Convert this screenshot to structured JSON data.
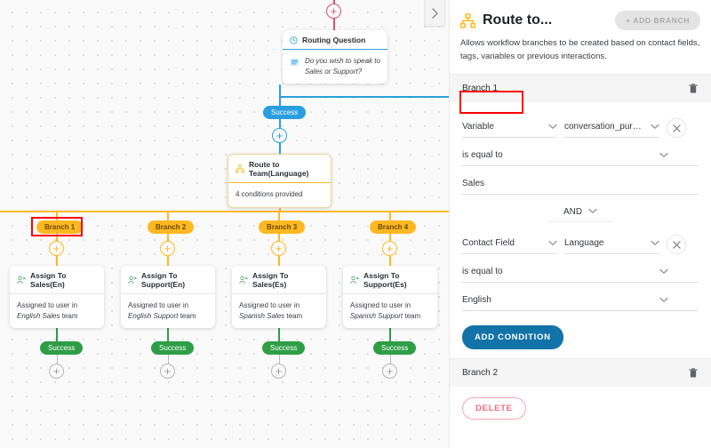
{
  "canvas": {
    "collapse_icon": "chevron-right-icon",
    "top_plus": "add-step-plus-icon",
    "nodes": {
      "routing_question": {
        "icon": "clock-icon",
        "title": "Routing Question",
        "body_icon": "message-lines-icon",
        "body": "Do you wish to speak to Sales or Support?"
      },
      "route_to_team": {
        "icon": "sitemap-icon",
        "title": "Route to Team(Language)",
        "body": "4 conditions provided"
      },
      "assign": [
        {
          "icon": "assign-user-icon",
          "title": "Assign To Sales(En)",
          "body_pre": "Assigned to user in ",
          "body_em": "English Sales",
          "body_post": " team"
        },
        {
          "icon": "assign-user-icon",
          "title": "Assign To Support(En)",
          "body_pre": "Assigned to user in ",
          "body_em": "English Support",
          "body_post": " team"
        },
        {
          "icon": "assign-user-icon",
          "title": "Assign To Sales(Es)",
          "body_pre": "Assigned to user in ",
          "body_em": "Spanish Sales",
          "body_post": " team"
        },
        {
          "icon": "assign-user-icon",
          "title": "Assign To Support(Es)",
          "body_pre": "Assigned to user in ",
          "body_em": "Spanish Support",
          "body_post": " team"
        }
      ]
    },
    "pills": {
      "success_top": "Success",
      "branches": [
        "Branch 1",
        "Branch 2",
        "Branch 3",
        "Branch 4"
      ],
      "success_bottom": [
        "Success",
        "Success",
        "Success",
        "Success"
      ]
    },
    "colors": {
      "blue": "#2a9fe0",
      "orange": "#ffb822",
      "green": "#2e9e46",
      "pink": "#d94f70",
      "highlight": "#ff0000"
    }
  },
  "panel": {
    "icon": "sitemap-icon",
    "title": "Route to...",
    "add_branch_label": "+ ADD BRANCH",
    "description": "Allows workflow branches to be created based on contact fields, tags, variables or previous interactions.",
    "branch1": {
      "name": "Branch 1",
      "trash_icon": "trash-icon",
      "conditions": [
        {
          "source_label": "Variable",
          "target_label": "conversation_pur…",
          "operator": "is equal to",
          "value": "Sales",
          "value_has_chevron": false,
          "remove_icon": "close-icon"
        },
        {
          "source_label": "Contact Field",
          "target_label": "Language",
          "operator": "is equal to",
          "value": "English",
          "value_has_chevron": true,
          "remove_icon": "close-icon"
        }
      ],
      "joiner": "AND",
      "add_condition_label": "ADD CONDITION"
    },
    "branch2": {
      "name": "Branch 2",
      "trash_icon": "trash-icon"
    },
    "delete_label": "DELETE",
    "colors": {
      "primary": "#1273a8",
      "danger": "#f2687f",
      "brand_yellow": "#ffb822"
    }
  }
}
